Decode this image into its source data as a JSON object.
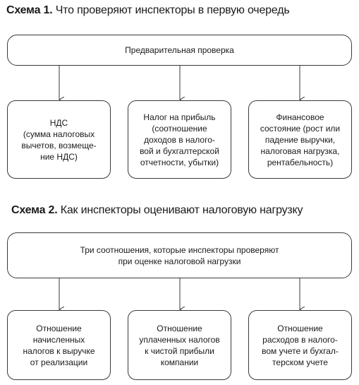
{
  "scheme1": {
    "title_bold": "Схема 1.",
    "title_rest": " Что проверяют инспекторы в первую очередь",
    "top_box": "Предварительная проверка",
    "boxes": [
      "НДС\n(сумма налоговых\nвычетов, возмеще-\nние НДС)",
      "Налог на прибыль\n(соотношение\nдоходов в налого-\nвой и бухгалтерской\nотчетности, убытки)",
      "Финансовое\nсостояние (рост или\nпадение выручки,\nналоговая нагрузка,\nрентабельность)"
    ]
  },
  "scheme2": {
    "title_bold": "Схема 2.",
    "title_rest": " Как инспекторы оценивают налоговую нагрузку",
    "top_box": "Три соотношения, которые инспекторы проверяют\nпри оценке налоговой нагрузки",
    "boxes": [
      "Отношение\nначисленных\nналогов к выручке\nот реализации",
      "Отношение\nуплаченных налогов\nк чистой прибыли\nкомпании",
      "Отношение\nрасходов в налого-\nвом учете и бухгал-\nтерском учете"
    ]
  },
  "colors": {
    "stroke": "#3a3a3a",
    "text": "#1a1a1a"
  }
}
